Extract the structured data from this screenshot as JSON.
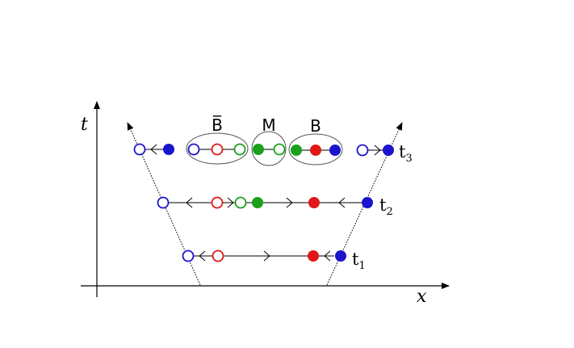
{
  "axes": {
    "time_label": "t",
    "space_label": "x"
  },
  "time_labels": {
    "t1": {
      "main": "t",
      "sub": "1"
    },
    "t2": {
      "main": "t",
      "sub": "2"
    },
    "t3": {
      "main": "t",
      "sub": "3"
    }
  },
  "groups": {
    "bbar": "B̅",
    "m": "M",
    "b": "B"
  },
  "colors": {
    "blue": "#1a14cc",
    "red": "#e01818",
    "green": "#1aa01a",
    "black": "#000000",
    "background": "#ffffff"
  }
}
